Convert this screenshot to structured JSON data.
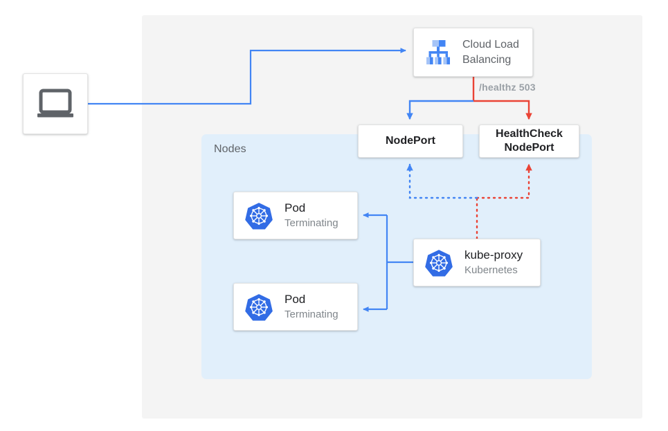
{
  "diagram": {
    "title": "Kubernetes NodePort health check with terminating pods",
    "colors": {
      "blue": "#4285f4",
      "red": "#ea4335",
      "panel_gray": "#f4f4f4",
      "panel_blue": "#e1effb",
      "box_white": "#ffffff",
      "text_dark": "#202124",
      "text_muted": "#5f6368",
      "text_light": "#80868b",
      "label_gray": "#9aa0a6",
      "k8s_blue": "#326ce5"
    }
  },
  "panels": {
    "nodes_label": "Nodes"
  },
  "client": {
    "icon": "laptop-icon"
  },
  "load_balancer": {
    "icon": "cloud-load-balancing-icon",
    "title_line1": "Cloud Load",
    "title_line2": "Balancing"
  },
  "health_check": {
    "label": "/healthz 503"
  },
  "ports": {
    "nodeport": {
      "label": "NodePort"
    },
    "healthcheck_nodeport": {
      "line1": "HealthCheck",
      "line2": "NodePort"
    }
  },
  "pods": [
    {
      "icon": "kubernetes-icon",
      "title": "Pod",
      "status": "Terminating"
    },
    {
      "icon": "kubernetes-icon",
      "title": "Pod",
      "status": "Terminating"
    }
  ],
  "kube_proxy": {
    "icon": "kubernetes-icon",
    "title": "kube-proxy",
    "subtitle": "Kubernetes"
  }
}
